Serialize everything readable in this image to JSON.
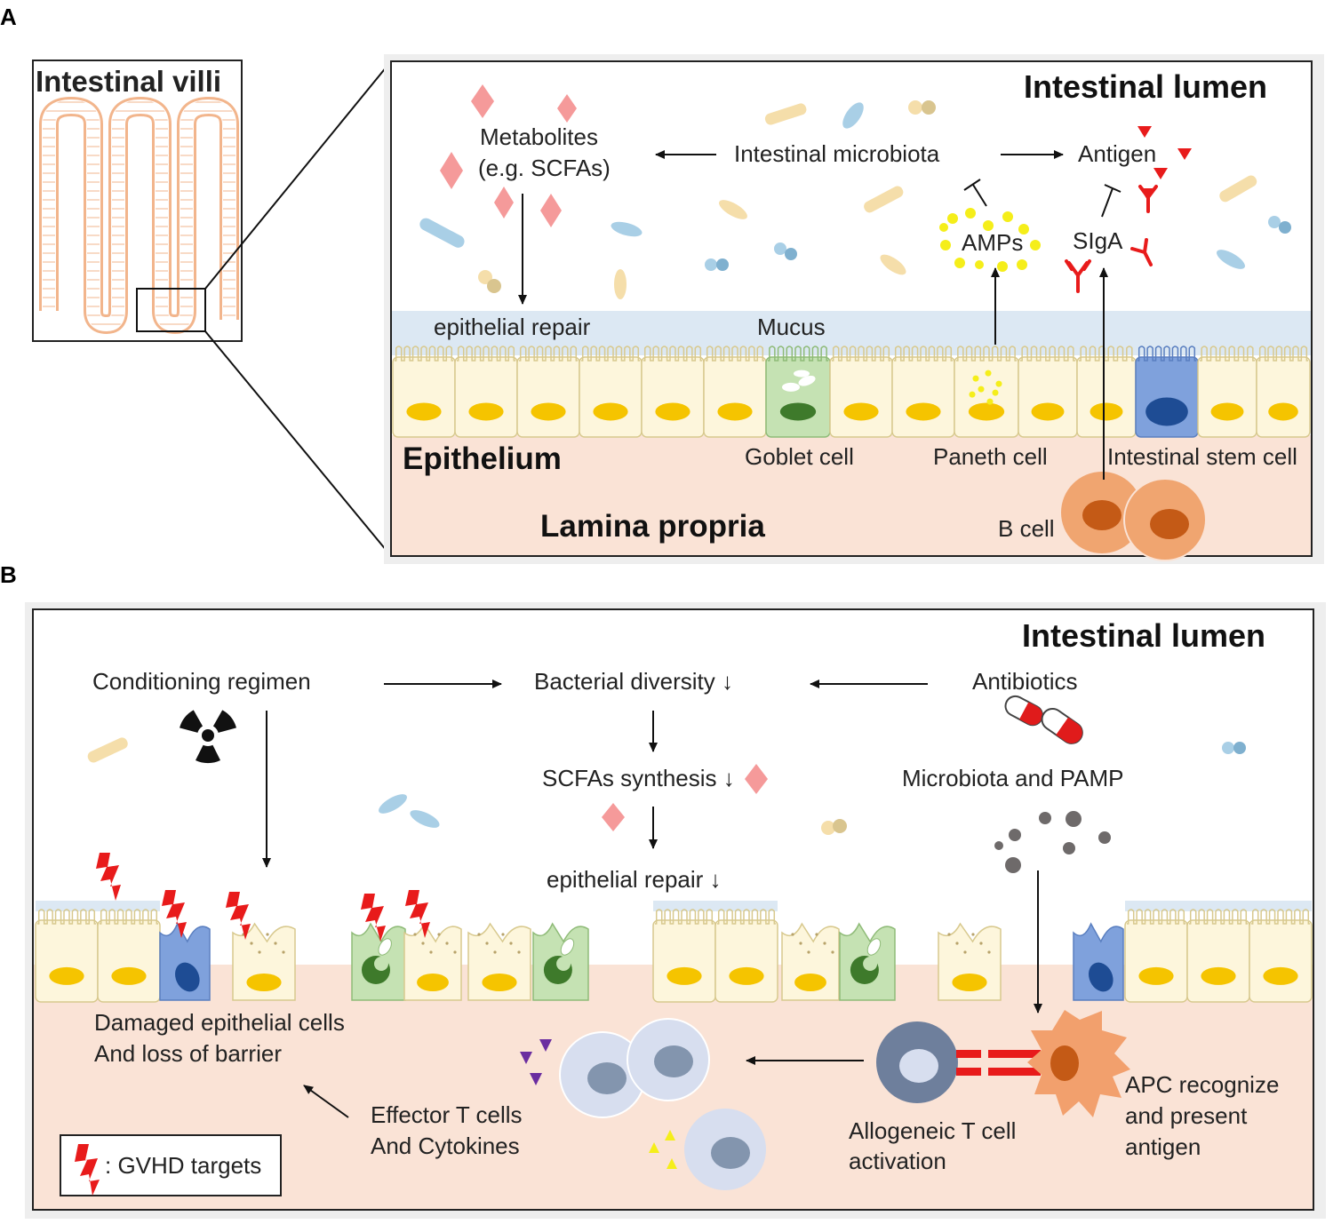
{
  "panel_a": {
    "letter": "A",
    "villi_title": "Intestinal villi",
    "lumen_title": "Intestinal lumen",
    "metabolites": "Metabolites",
    "metabolites_eg": "(e.g. SCFAs)",
    "microbiota": "Intestinal microbiota",
    "antigen": "Antigen",
    "amps": "AMPs",
    "siga": "SIgA",
    "epithelial_repair": "epithelial repair",
    "mucus": "Mucus",
    "epithelium": "Epithelium",
    "goblet_cell": "Goblet cell",
    "paneth_cell": "Paneth cell",
    "stem_cell": "Intestinal stem cell",
    "lamina_propria": "Lamina propria",
    "b_cell": "B cell"
  },
  "panel_b": {
    "letter": "B",
    "lumen_title": "Intestinal lumen",
    "conditioning": "Conditioning regimen",
    "bacterial_diversity": "Bacterial diversity ↓",
    "antibiotics": "Antibiotics",
    "scfa_synthesis": "SCFAs synthesis ↓",
    "microbiota_pamp": "Microbiota and PAMP",
    "epithelial_repair": "epithelial repair ↓",
    "damaged_line1": "Damaged epithelial cells",
    "damaged_line2": "And loss of  barrier",
    "effector_line1": "Effector T cells",
    "effector_line2": "And Cytokines",
    "allo_line1": "Allogeneic T cell",
    "allo_line2": "activation",
    "apc_line1": "APC recognize",
    "apc_line2": "and present",
    "apc_line3": "antigen",
    "legend": ": GVHD targets"
  },
  "colors": {
    "lamina": "#fae3d6",
    "mucus": "#dce8f3",
    "epithelial_cell": "#fdf6dc",
    "cell_border": "#d8c98e",
    "nucleus": "#f5c400",
    "goblet": "#c5e2b3",
    "goblet_nucleus": "#3e7a2b",
    "stem": "#7fa1dc",
    "stem_nucleus": "#1e4c94",
    "b_cell": "#f0a570",
    "b_cell_nucleus": "#c45a16",
    "metabolite": "#f59a9a",
    "antigen": "#e81b1b",
    "amp": "#f5ee1a",
    "bolt": "#e81b1b",
    "t_cell": "#c9d3e8",
    "t_cell_nucleus": "#8395ae",
    "allo_t_cell": "#6e7f9c",
    "apc": "#f2a06d"
  }
}
